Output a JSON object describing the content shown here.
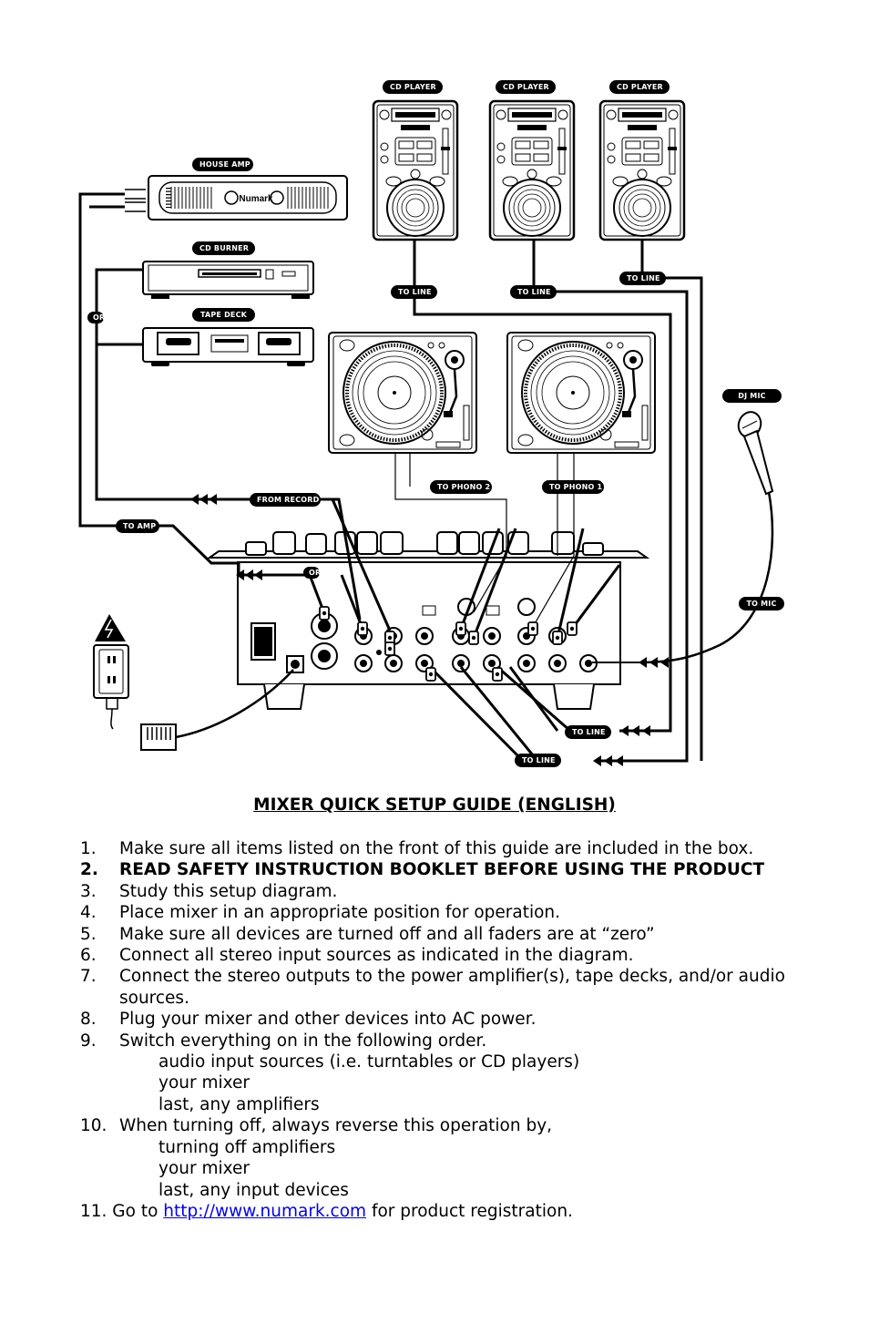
{
  "diagram": {
    "labels": {
      "cd_player_1": "CD PLAYER",
      "cd_player_2": "CD PLAYER",
      "cd_player_3": "CD PLAYER",
      "house_amp": "HOUSE AMP",
      "cd_burner": "CD BURNER",
      "tape_deck": "TAPE DECK",
      "or_left": "OR",
      "or_mixer": "OR",
      "to_line_1": "TO LINE",
      "to_line_2": "TO LINE",
      "to_line_3": "TO LINE",
      "to_line_4": "TO LINE",
      "to_line_5": "TO LINE",
      "dj_mic": "DJ MIC",
      "to_mic": "TO MIC",
      "to_phono_2": "TO PHONO 2",
      "to_phono_1": "TO PHONO 1",
      "from_record": "FROM RECORD",
      "to_amp": "TO AMP"
    },
    "amp_brand": "Numark"
  },
  "guide": {
    "title": "MIXER QUICK SETUP GUIDE (ENGLISH)",
    "steps": [
      {
        "num": "1.",
        "text": "Make sure all items listed on the front of this guide are included in the box."
      },
      {
        "num": "2.",
        "text": "READ SAFETY INSTRUCTION BOOKLET BEFORE USING THE PRODUCT"
      },
      {
        "num": "3.",
        "text": "Study this setup diagram."
      },
      {
        "num": "4.",
        "text": "Place mixer in an appropriate position for operation."
      },
      {
        "num": "5.",
        "text": "Make sure all devices are turned off and all faders are at “zero”"
      },
      {
        "num": "6.",
        "text": "Connect all stereo input sources as indicated in the diagram."
      },
      {
        "num": "7.",
        "text": "Connect the stereo outputs to the power amplifier(s), tape decks, and/or audio sources."
      },
      {
        "num": "8.",
        "text": "Plug your mixer and other devices into AC power."
      },
      {
        "num": "9.",
        "text": "Switch everything on in the following order."
      },
      {
        "num": "10.",
        "text": "When turning off, always reverse this operation by,"
      }
    ],
    "step9_sub": [
      "audio input sources (i.e. turntables or CD players)",
      "your mixer",
      "last, any amplifiers"
    ],
    "step10_sub": [
      "turning off amplifiers",
      "your mixer",
      "last, any input devices"
    ],
    "step11": {
      "prefix": "11. Go to ",
      "link": "http://www.numark.com",
      "suffix": " for product registration."
    }
  }
}
